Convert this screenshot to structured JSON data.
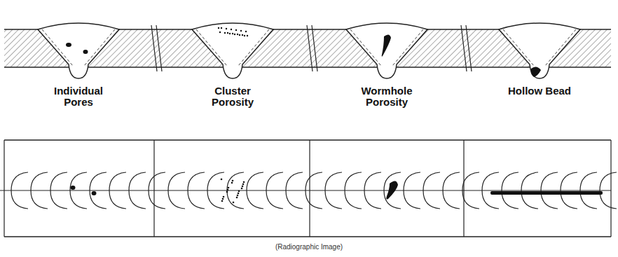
{
  "diagram": {
    "caption": "(Radiographic Image)",
    "labels": [
      "Individual Pores",
      "Cluster Porosity",
      "Wormhole Porosity",
      "Hollow Bead"
    ]
  }
}
